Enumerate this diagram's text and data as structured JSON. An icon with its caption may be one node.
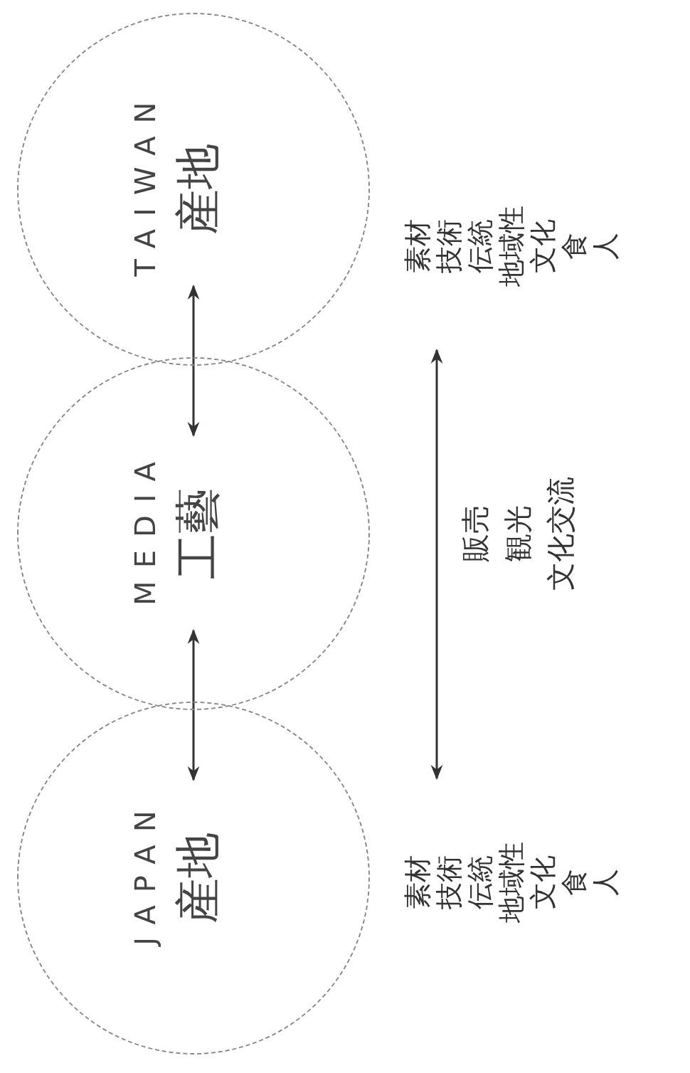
{
  "diagram": {
    "nodes": [
      {
        "text": [
          "JAPAN",
          "産地"
        ]
      },
      {
        "text": [
          "MEDIA",
          "工藝"
        ]
      },
      {
        "text": [
          "TAIWAN",
          "産地"
        ]
      },
      {
        "text": [
          "素材",
          "技術",
          "伝統",
          "地域性",
          "文化",
          "食",
          "人"
        ]
      },
      {
        "text": [
          "素材",
          "技術",
          "伝統",
          "地域性",
          "文化",
          "食",
          "人"
        ]
      }
    ],
    "edges": [
      {
        "from": 0,
        "to": 1,
        "arrow": "both"
      },
      {
        "from": 1,
        "to": 2,
        "arrow": "both"
      },
      {
        "from": 3,
        "to": 4,
        "arrow": "both"
      }
    ],
    "labels": [
      "販売",
      "観光",
      "文化交流"
    ]
  }
}
